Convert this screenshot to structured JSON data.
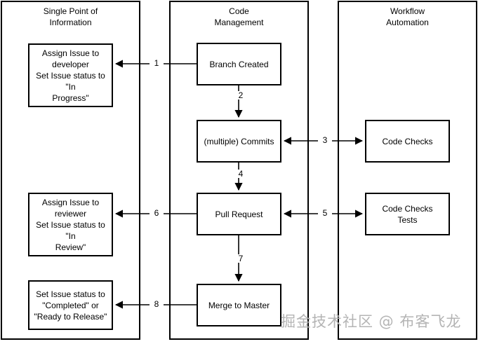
{
  "diagram": {
    "type": "swimlane-flowchart",
    "lanes": [
      {
        "id": "single-point-of-information",
        "title": "Single Point of\nInformation"
      },
      {
        "id": "code-management",
        "title": "Code\nManagement"
      },
      {
        "id": "workflow-automation",
        "title": "Workflow\nAutomation"
      }
    ],
    "nodes": [
      {
        "id": "assign-issue-developer",
        "lane": "single-point-of-information",
        "label": "Assign Issue to\ndeveloper\nSet Issue status to \"In\nProgress\""
      },
      {
        "id": "assign-issue-reviewer",
        "lane": "single-point-of-information",
        "label": "Assign Issue to\nreviewer\nSet Issue status to \"In\nReview\""
      },
      {
        "id": "set-issue-completed",
        "lane": "single-point-of-information",
        "label": "Set Issue status to\n\"Completed\" or\n\"Ready to Release\""
      },
      {
        "id": "branch-created",
        "lane": "code-management",
        "label": "Branch Created"
      },
      {
        "id": "multiple-commits",
        "lane": "code-management",
        "label": "(multiple) Commits"
      },
      {
        "id": "pull-request",
        "lane": "code-management",
        "label": "Pull Request"
      },
      {
        "id": "merge-to-master",
        "lane": "code-management",
        "label": "Merge to Master"
      },
      {
        "id": "code-checks",
        "lane": "workflow-automation",
        "label": "Code Checks"
      },
      {
        "id": "code-checks-tests",
        "lane": "workflow-automation",
        "label": "Code Checks\nTests"
      }
    ],
    "edges": [
      {
        "id": "edge-1",
        "label": "1",
        "from": "branch-created",
        "to": "assign-issue-developer",
        "direction": "single"
      },
      {
        "id": "edge-2",
        "label": "2",
        "from": "branch-created",
        "to": "multiple-commits",
        "direction": "single"
      },
      {
        "id": "edge-3",
        "label": "3",
        "from": "multiple-commits",
        "to": "code-checks",
        "direction": "double"
      },
      {
        "id": "edge-4",
        "label": "4",
        "from": "multiple-commits",
        "to": "pull-request",
        "direction": "single"
      },
      {
        "id": "edge-5",
        "label": "5",
        "from": "pull-request",
        "to": "code-checks-tests",
        "direction": "double"
      },
      {
        "id": "edge-6",
        "label": "6",
        "from": "pull-request",
        "to": "assign-issue-reviewer",
        "direction": "single"
      },
      {
        "id": "edge-7",
        "label": "7",
        "from": "pull-request",
        "to": "merge-to-master",
        "direction": "single"
      },
      {
        "id": "edge-8",
        "label": "8",
        "from": "merge-to-master",
        "to": "set-issue-completed",
        "direction": "single"
      }
    ],
    "watermark": "掘金技术社区 @ 布客飞龙"
  }
}
